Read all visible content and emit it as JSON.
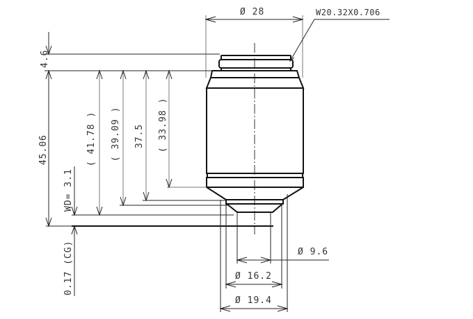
{
  "drawing": {
    "subject": "Microscope objective lens dimensional drawing",
    "thread_spec": "W20.32X0.706",
    "diameters": {
      "body": "Ø 28",
      "front_9_6": "Ø 9.6",
      "front_16_2": "Ø 16.2",
      "front_19_4": "Ø 19.4"
    },
    "heights": {
      "thread_length": "4.6",
      "parfocal": "45.06",
      "h_41_78": "( 41.78 )",
      "h_39_09": "( 39.09 )",
      "h_37_5": "37.5",
      "h_33_98": "( 33.98 )",
      "working_distance": "WD= 3.1",
      "cover_glass": "0.17 (CG)"
    },
    "colors": {
      "line": "#111111",
      "dim_line": "#222222",
      "text": "#333333",
      "background": "#ffffff"
    }
  }
}
